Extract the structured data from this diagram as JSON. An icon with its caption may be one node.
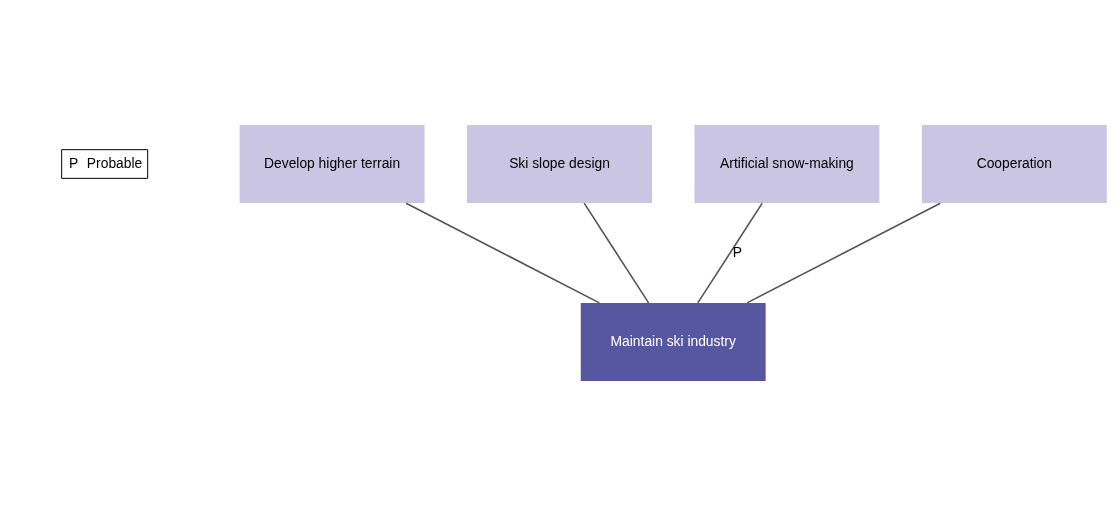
{
  "diagram": {
    "nodes": [
      {
        "text": [
          "Develop higher terrain"
        ]
      },
      {
        "text": [
          "Ski slope design"
        ]
      },
      {
        "text": [
          "Artificial snow-making"
        ]
      },
      {
        "text": [
          "Cooperation"
        ]
      },
      {
        "text": [
          "Maintain ski industry"
        ]
      }
    ],
    "edges": [
      {
        "from": 0,
        "to": 4,
        "arrow": "none"
      },
      {
        "from": 1,
        "to": 4,
        "arrow": "none"
      },
      {
        "from": 2,
        "to": 4,
        "arrow": "none",
        "label": "P"
      },
      {
        "from": 3,
        "to": 4,
        "arrow": "none"
      }
    ],
    "labels": [
      "P",
      "Probable"
    ]
  }
}
